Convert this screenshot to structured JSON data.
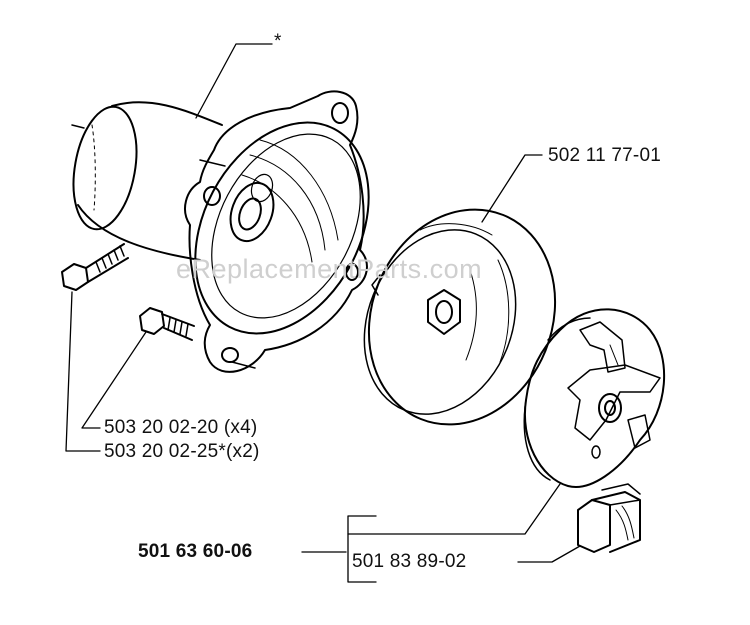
{
  "watermark": "eReplacementParts.com",
  "callouts": {
    "asterisk": "*",
    "drum": "502 11 77-01",
    "bolt_x4": "503 20 02-20 (x4)",
    "bolt_x2": "503 20 02-25*(x2)",
    "assembly": "501 63 60-06",
    "spring": "501 83 89-02"
  },
  "colors": {
    "line": "#000000",
    "watermark": "#cfcfcf",
    "paper": "#ffffff"
  }
}
